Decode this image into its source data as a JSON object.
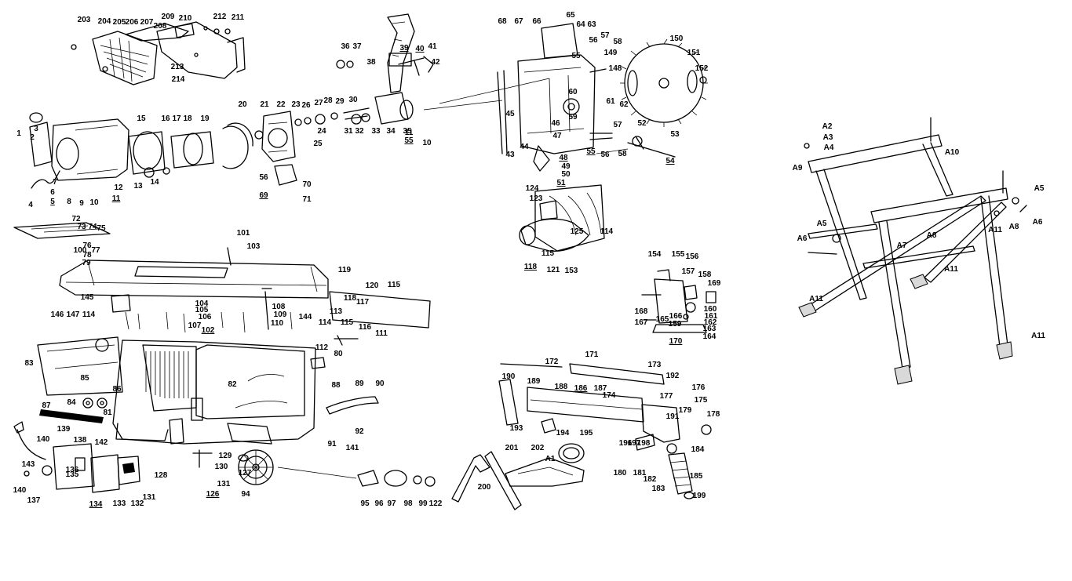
{
  "labels": [
    "203",
    "204",
    "205",
    "206",
    "207",
    "208",
    "209",
    "210",
    "212",
    "211",
    "213",
    "214",
    "36",
    "37",
    "38",
    "39",
    "40",
    "41",
    "42",
    "68",
    "67",
    "66",
    "65",
    "64",
    "63",
    "56",
    "57",
    "58",
    "55",
    "150",
    "149",
    "151",
    "152",
    "148",
    "60",
    "61",
    "62",
    "59",
    "45",
    "46",
    "47",
    "57",
    "52",
    "53",
    "55",
    "56",
    "58",
    "54",
    "44",
    "43",
    "48",
    "49",
    "50",
    "51",
    "1",
    "2",
    "3",
    "4",
    "5",
    "6",
    "7",
    "8",
    "9",
    "10",
    "11",
    "12",
    "13",
    "14",
    "15",
    "16",
    "17",
    "18",
    "19",
    "20",
    "21",
    "22",
    "23",
    "26",
    "27",
    "28",
    "29",
    "30",
    "24",
    "25",
    "31",
    "32",
    "33",
    "34",
    "35",
    "10",
    "11",
    "55",
    "56",
    "69",
    "70",
    "71",
    "72",
    "73",
    "74",
    "75",
    "76",
    "77",
    "78",
    "79",
    "100",
    "101",
    "103",
    "104",
    "105",
    "106",
    "102",
    "107",
    "108",
    "109",
    "110",
    "144",
    "145",
    "146",
    "147",
    "114",
    "119",
    "120",
    "115",
    "118",
    "117",
    "113",
    "114",
    "115",
    "116",
    "111",
    "112",
    "80",
    "83",
    "85",
    "86",
    "82",
    "84",
    "81",
    "87",
    "88",
    "89",
    "90",
    "92",
    "91",
    "141",
    "140",
    "139",
    "138",
    "142",
    "143",
    "140",
    "137",
    "136",
    "135",
    "134",
    "133",
    "132",
    "131",
    "128",
    "129",
    "130",
    "131",
    "126",
    "127",
    "94",
    "95",
    "96",
    "97",
    "98",
    "99",
    "122",
    "123",
    "124",
    "125",
    "114",
    "115",
    "118",
    "121",
    "153",
    "154",
    "155",
    "156",
    "157",
    "158",
    "169",
    "168",
    "167",
    "165",
    "166",
    "159",
    "160",
    "161",
    "162",
    "163",
    "164",
    "170",
    "171",
    "172",
    "173",
    "192",
    "190",
    "189",
    "188",
    "186",
    "187",
    "174",
    "177",
    "176",
    "175",
    "178",
    "179",
    "191",
    "193",
    "194",
    "195",
    "196",
    "197",
    "198",
    "180",
    "181",
    "182",
    "183",
    "184",
    "185",
    "199",
    "200",
    "201",
    "202",
    "A1",
    "A2",
    "A3",
    "A4",
    "A9",
    "A10",
    "A5",
    "A6",
    "A5",
    "A6",
    "A8",
    "A8",
    "A7",
    "A11",
    "A11",
    "A11",
    "A11"
  ]
}
